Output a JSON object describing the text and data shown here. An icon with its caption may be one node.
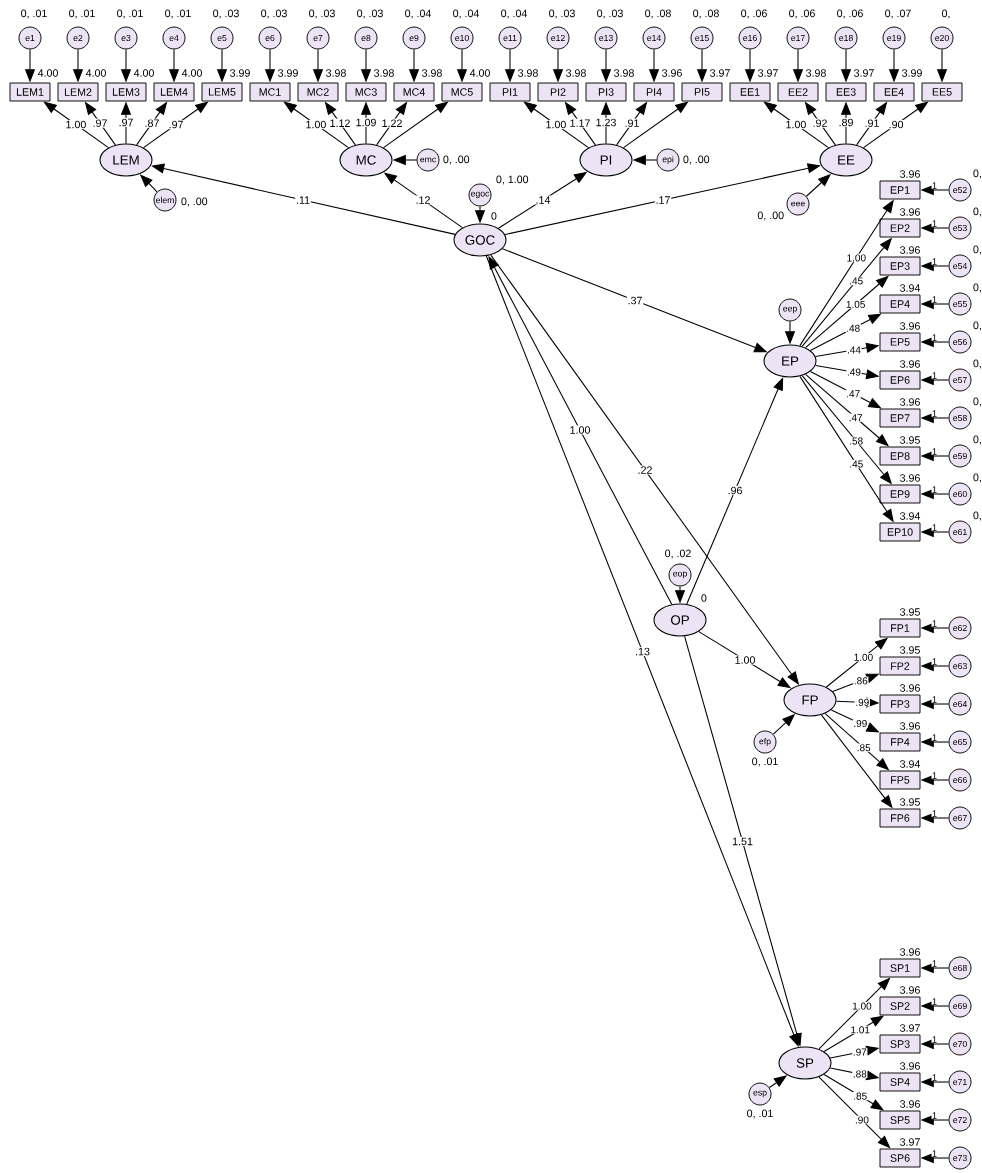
{
  "diagram": {
    "nodes": [
      {
        "text": [
          "LEM"
        ]
      },
      {
        "text": [
          "MC"
        ]
      },
      {
        "text": [
          "PI"
        ]
      },
      {
        "text": [
          "EE"
        ]
      },
      {
        "text": [
          "GOC"
        ],
        "beside": [
          "0"
        ]
      },
      {
        "text": [
          "EP"
        ]
      },
      {
        "text": [
          "OP"
        ],
        "beside": [
          "0"
        ]
      },
      {
        "text": [
          "FP"
        ]
      },
      {
        "text": [
          "SP"
        ]
      },
      {
        "text": [
          "elem"
        ],
        "beside": [
          "0, .00"
        ]
      },
      {
        "text": [
          "emc"
        ],
        "beside": [
          "0, .00"
        ]
      },
      {
        "text": [
          "epi"
        ],
        "beside": [
          "0, .00"
        ]
      },
      {
        "text": [
          "eee"
        ],
        "beside": [
          "0, .00"
        ]
      },
      {
        "text": [
          "egoc"
        ],
        "beside": [
          "0, 1.00"
        ]
      },
      {
        "text": [
          "eep"
        ]
      },
      {
        "text": [
          "eop"
        ],
        "beside": [
          "0, .02"
        ]
      },
      {
        "text": [
          "efp"
        ],
        "beside": [
          "0, .01"
        ]
      },
      {
        "text": [
          "esp"
        ],
        "beside": [
          "0, .01"
        ]
      },
      {
        "text": [
          "LEM1"
        ],
        "beside": [
          "4.00"
        ]
      },
      {
        "text": [
          "LEM2"
        ],
        "beside": [
          "4.00"
        ]
      },
      {
        "text": [
          "LEM3"
        ],
        "beside": [
          "4.00"
        ]
      },
      {
        "text": [
          "LEM4"
        ],
        "beside": [
          "4.00"
        ]
      },
      {
        "text": [
          "LEM5"
        ],
        "beside": [
          "3.99"
        ]
      },
      {
        "text": [
          "MC1"
        ],
        "beside": [
          "3.99"
        ]
      },
      {
        "text": [
          "MC2"
        ],
        "beside": [
          "3.98"
        ]
      },
      {
        "text": [
          "MC3"
        ],
        "beside": [
          "3.98"
        ]
      },
      {
        "text": [
          "MC4"
        ],
        "beside": [
          "3.98"
        ]
      },
      {
        "text": [
          "MC5"
        ],
        "beside": [
          "4.00"
        ]
      },
      {
        "text": [
          "PI1"
        ],
        "beside": [
          "3.98"
        ]
      },
      {
        "text": [
          "PI2"
        ],
        "beside": [
          "3.98"
        ]
      },
      {
        "text": [
          "PI3"
        ],
        "beside": [
          "3.98"
        ]
      },
      {
        "text": [
          "PI4"
        ],
        "beside": [
          "3.96"
        ]
      },
      {
        "text": [
          "PI5"
        ],
        "beside": [
          "3.97"
        ]
      },
      {
        "text": [
          "EE1"
        ],
        "beside": [
          "3.97"
        ]
      },
      {
        "text": [
          "EE2"
        ],
        "beside": [
          "3.98"
        ]
      },
      {
        "text": [
          "EE3"
        ],
        "beside": [
          "3.97"
        ]
      },
      {
        "text": [
          "EE4"
        ],
        "beside": [
          "3.99"
        ]
      },
      {
        "text": [
          "EE5"
        ]
      },
      {
        "text": [
          "e1"
        ],
        "beside": [
          "0, .01"
        ]
      },
      {
        "text": [
          "e2"
        ],
        "beside": [
          "0, .01"
        ]
      },
      {
        "text": [
          "e3"
        ],
        "beside": [
          "0, .01"
        ]
      },
      {
        "text": [
          "e4"
        ],
        "beside": [
          "0, .01"
        ]
      },
      {
        "text": [
          "e5"
        ],
        "beside": [
          "0, .03"
        ]
      },
      {
        "text": [
          "e6"
        ],
        "beside": [
          "0, .03"
        ]
      },
      {
        "text": [
          "e7"
        ],
        "beside": [
          "0, .03"
        ]
      },
      {
        "text": [
          "e8"
        ],
        "beside": [
          "0, .03"
        ]
      },
      {
        "text": [
          "e9"
        ],
        "beside": [
          "0, .04"
        ]
      },
      {
        "text": [
          "e10"
        ],
        "beside": [
          "0, .04"
        ]
      },
      {
        "text": [
          "e11"
        ],
        "beside": [
          "0, .04"
        ]
      },
      {
        "text": [
          "e12"
        ],
        "beside": [
          "0, .03"
        ]
      },
      {
        "text": [
          "e13"
        ],
        "beside": [
          "0, .03"
        ]
      },
      {
        "text": [
          "e14"
        ],
        "beside": [
          "0, .08"
        ]
      },
      {
        "text": [
          "e15"
        ],
        "beside": [
          "0, .08"
        ]
      },
      {
        "text": [
          "e16"
        ],
        "beside": [
          "0, .06"
        ]
      },
      {
        "text": [
          "e17"
        ],
        "beside": [
          "0, .06"
        ]
      },
      {
        "text": [
          "e18"
        ],
        "beside": [
          "0, .06"
        ]
      },
      {
        "text": [
          "e19"
        ],
        "beside": [
          "0, .07"
        ]
      },
      {
        "text": [
          "e20"
        ],
        "beside": [
          "0,"
        ]
      },
      {
        "text": [
          "EP1"
        ],
        "beside": [
          "3.96"
        ]
      },
      {
        "text": [
          "EP2"
        ],
        "beside": [
          "3.96"
        ]
      },
      {
        "text": [
          "EP3"
        ],
        "beside": [
          "3.96"
        ]
      },
      {
        "text": [
          "EP4"
        ],
        "beside": [
          "3.94"
        ]
      },
      {
        "text": [
          "EP5"
        ],
        "beside": [
          "3.96"
        ]
      },
      {
        "text": [
          "EP6"
        ],
        "beside": [
          "3.96"
        ]
      },
      {
        "text": [
          "EP7"
        ],
        "beside": [
          "3.96"
        ]
      },
      {
        "text": [
          "EP8"
        ],
        "beside": [
          "3.95"
        ]
      },
      {
        "text": [
          "EP9"
        ],
        "beside": [
          "3.96"
        ]
      },
      {
        "text": [
          "EP10"
        ],
        "beside": [
          "3.94"
        ]
      },
      {
        "text": [
          "e52"
        ],
        "beside": [
          "0,"
        ]
      },
      {
        "text": [
          "e53"
        ],
        "beside": [
          "0,"
        ]
      },
      {
        "text": [
          "e54"
        ],
        "beside": [
          "0,"
        ]
      },
      {
        "text": [
          "e55"
        ],
        "beside": [
          "0,"
        ]
      },
      {
        "text": [
          "e56"
        ],
        "beside": [
          "0,"
        ]
      },
      {
        "text": [
          "e57"
        ],
        "beside": [
          "0,"
        ]
      },
      {
        "text": [
          "e58"
        ],
        "beside": [
          "0,"
        ]
      },
      {
        "text": [
          "e59"
        ],
        "beside": [
          "0,"
        ]
      },
      {
        "text": [
          "e60"
        ],
        "beside": [
          "0,"
        ]
      },
      {
        "text": [
          "e61"
        ],
        "beside": [
          "0,"
        ]
      },
      {
        "text": [
          "FP1"
        ],
        "beside": [
          "3.95"
        ]
      },
      {
        "text": [
          "FP2"
        ],
        "beside": [
          "3.95"
        ]
      },
      {
        "text": [
          "FP3"
        ],
        "beside": [
          "3.96"
        ]
      },
      {
        "text": [
          "FP4"
        ],
        "beside": [
          "3.96"
        ]
      },
      {
        "text": [
          "FP5"
        ],
        "beside": [
          "3.94"
        ]
      },
      {
        "text": [
          "FP6"
        ],
        "beside": [
          "3.95"
        ]
      },
      {
        "text": [
          "e62"
        ]
      },
      {
        "text": [
          "e63"
        ]
      },
      {
        "text": [
          "e64"
        ]
      },
      {
        "text": [
          "e65"
        ]
      },
      {
        "text": [
          "e66"
        ]
      },
      {
        "text": [
          "e67"
        ]
      },
      {
        "text": [
          "SP1"
        ],
        "beside": [
          "3.96"
        ]
      },
      {
        "text": [
          "SP2"
        ],
        "beside": [
          "3.96"
        ]
      },
      {
        "text": [
          "SP3"
        ],
        "beside": [
          "3.97"
        ]
      },
      {
        "text": [
          "SP4"
        ],
        "beside": [
          "3.96"
        ]
      },
      {
        "text": [
          "SP5"
        ],
        "beside": [
          "3.96"
        ]
      },
      {
        "text": [
          "SP6"
        ],
        "beside": [
          "3.97"
        ]
      },
      {
        "text": [
          "e68"
        ]
      },
      {
        "text": [
          "e69"
        ]
      },
      {
        "text": [
          "e70"
        ]
      },
      {
        "text": [
          "e71"
        ]
      },
      {
        "text": [
          "e72"
        ]
      },
      {
        "text": [
          "e73"
        ]
      }
    ],
    "edges": [
      {
        "from": 9,
        "to": 0,
        "arrow": "to"
      },
      {
        "from": 10,
        "to": 1,
        "arrow": "to"
      },
      {
        "from": 11,
        "to": 2,
        "arrow": "to"
      },
      {
        "from": 12,
        "to": 3,
        "arrow": "to"
      },
      {
        "from": 13,
        "to": 4,
        "arrow": "to"
      },
      {
        "from": 14,
        "to": 5,
        "arrow": "to"
      },
      {
        "from": 15,
        "to": 6,
        "arrow": "to"
      },
      {
        "from": 16,
        "to": 7,
        "arrow": "to"
      },
      {
        "from": 17,
        "to": 8,
        "arrow": "to"
      },
      {
        "from": 4,
        "to": 0,
        "arrow": "to",
        "label": ".11"
      },
      {
        "from": 4,
        "to": 1,
        "arrow": "to",
        "label": ".12"
      },
      {
        "from": 4,
        "to": 2,
        "arrow": "to",
        "label": ".14"
      },
      {
        "from": 4,
        "to": 3,
        "arrow": "to",
        "label": ".17"
      },
      {
        "from": 4,
        "to": 5,
        "arrow": "to",
        "label": ".37"
      },
      {
        "from": 4,
        "to": 7,
        "arrow": "to",
        "label": ".22"
      },
      {
        "from": 4,
        "to": 8,
        "arrow": "to",
        "label": ".13"
      },
      {
        "from": 6,
        "to": 4,
        "arrow": "to",
        "label": "1.00"
      },
      {
        "from": 6,
        "to": 5,
        "arrow": "to",
        "label": ".96"
      },
      {
        "from": 6,
        "to": 7,
        "arrow": "to",
        "label": "1.00"
      },
      {
        "from": 6,
        "to": 8,
        "arrow": "to",
        "label": "1.51"
      },
      {
        "from": 0,
        "to": 18,
        "arrow": "to",
        "label": "1.00"
      },
      {
        "from": 0,
        "to": 19,
        "arrow": "to",
        "label": ".97"
      },
      {
        "from": 0,
        "to": 20,
        "arrow": "to",
        "label": ".97"
      },
      {
        "from": 0,
        "to": 21,
        "arrow": "to",
        "label": ".87"
      },
      {
        "from": 0,
        "to": 22,
        "arrow": "to",
        "label": ".97"
      },
      {
        "from": 1,
        "to": 23,
        "arrow": "to",
        "label": "1.00"
      },
      {
        "from": 1,
        "to": 24,
        "arrow": "to",
        "label": "1.12"
      },
      {
        "from": 1,
        "to": 25,
        "arrow": "to",
        "label": "1.09"
      },
      {
        "from": 1,
        "to": 26,
        "arrow": "to",
        "label": "1.22"
      },
      {
        "from": 1,
        "to": 27,
        "arrow": "to"
      },
      {
        "from": 2,
        "to": 28,
        "arrow": "to",
        "label": "1.00"
      },
      {
        "from": 2,
        "to": 29,
        "arrow": "to",
        "label": "1.17"
      },
      {
        "from": 2,
        "to": 30,
        "arrow": "to",
        "label": "1.23"
      },
      {
        "from": 2,
        "to": 31,
        "arrow": "to",
        "label": ".91"
      },
      {
        "from": 2,
        "to": 32,
        "arrow": "to"
      },
      {
        "from": 3,
        "to": 33,
        "arrow": "to",
        "label": "1.00"
      },
      {
        "from": 3,
        "to": 34,
        "arrow": "to",
        "label": ".92"
      },
      {
        "from": 3,
        "to": 35,
        "arrow": "to",
        "label": ".89"
      },
      {
        "from": 3,
        "to": 36,
        "arrow": "to",
        "label": ".91"
      },
      {
        "from": 3,
        "to": 37,
        "arrow": "to",
        "label": ".90"
      },
      {
        "from": 38,
        "to": 18,
        "arrow": "to"
      },
      {
        "from": 39,
        "to": 19,
        "arrow": "to"
      },
      {
        "from": 40,
        "to": 20,
        "arrow": "to"
      },
      {
        "from": 41,
        "to": 21,
        "arrow": "to"
      },
      {
        "from": 42,
        "to": 22,
        "arrow": "to"
      },
      {
        "from": 43,
        "to": 23,
        "arrow": "to"
      },
      {
        "from": 44,
        "to": 24,
        "arrow": "to"
      },
      {
        "from": 45,
        "to": 25,
        "arrow": "to"
      },
      {
        "from": 46,
        "to": 26,
        "arrow": "to"
      },
      {
        "from": 47,
        "to": 27,
        "arrow": "to"
      },
      {
        "from": 48,
        "to": 28,
        "arrow": "to"
      },
      {
        "from": 49,
        "to": 29,
        "arrow": "to"
      },
      {
        "from": 50,
        "to": 30,
        "arrow": "to"
      },
      {
        "from": 51,
        "to": 31,
        "arrow": "to"
      },
      {
        "from": 52,
        "to": 32,
        "arrow": "to"
      },
      {
        "from": 53,
        "to": 33,
        "arrow": "to"
      },
      {
        "from": 54,
        "to": 34,
        "arrow": "to"
      },
      {
        "from": 55,
        "to": 35,
        "arrow": "to"
      },
      {
        "from": 56,
        "to": 36,
        "arrow": "to"
      },
      {
        "from": 57,
        "to": 37,
        "arrow": "to"
      },
      {
        "from": 5,
        "to": 58,
        "arrow": "to",
        "label": "1.00"
      },
      {
        "from": 5,
        "to": 59,
        "arrow": "to",
        "label": ".45"
      },
      {
        "from": 5,
        "to": 60,
        "arrow": "to",
        "label": "1.05"
      },
      {
        "from": 5,
        "to": 61,
        "arrow": "to",
        "label": ".48"
      },
      {
        "from": 5,
        "to": 62,
        "arrow": "to",
        "label": ".44"
      },
      {
        "from": 5,
        "to": 63,
        "arrow": "to",
        "label": ".49"
      },
      {
        "from": 5,
        "to": 64,
        "arrow": "to",
        "label": ".47"
      },
      {
        "from": 5,
        "to": 65,
        "arrow": "to",
        "label": ".47"
      },
      {
        "from": 5,
        "to": 66,
        "arrow": "to",
        "label": ".58"
      },
      {
        "from": 5,
        "to": 67,
        "arrow": "to",
        "label": ".45"
      },
      {
        "from": 68,
        "to": 58,
        "arrow": "to",
        "label": "1"
      },
      {
        "from": 69,
        "to": 59,
        "arrow": "to",
        "label": "1"
      },
      {
        "from": 70,
        "to": 60,
        "arrow": "to",
        "label": "1"
      },
      {
        "from": 71,
        "to": 61,
        "arrow": "to",
        "label": "1"
      },
      {
        "from": 72,
        "to": 62,
        "arrow": "to",
        "label": "1"
      },
      {
        "from": 73,
        "to": 63,
        "arrow": "to",
        "label": "1"
      },
      {
        "from": 74,
        "to": 64,
        "arrow": "to",
        "label": "1"
      },
      {
        "from": 75,
        "to": 65,
        "arrow": "to",
        "label": "1"
      },
      {
        "from": 76,
        "to": 66,
        "arrow": "to",
        "label": "1"
      },
      {
        "from": 77,
        "to": 67,
        "arrow": "to",
        "label": "1"
      },
      {
        "from": 7,
        "to": 78,
        "arrow": "to",
        "label": "1.00"
      },
      {
        "from": 7,
        "to": 79,
        "arrow": "to",
        "label": ".86"
      },
      {
        "from": 7,
        "to": 80,
        "arrow": "to",
        "label": ".99"
      },
      {
        "from": 7,
        "to": 81,
        "arrow": "to",
        "label": ".99"
      },
      {
        "from": 7,
        "to": 82,
        "arrow": "to",
        "label": ".85"
      },
      {
        "from": 7,
        "to": 83,
        "arrow": "to"
      },
      {
        "from": 84,
        "to": 78,
        "arrow": "to",
        "label": "1"
      },
      {
        "from": 85,
        "to": 79,
        "arrow": "to",
        "label": "1"
      },
      {
        "from": 86,
        "to": 80,
        "arrow": "to",
        "label": "1"
      },
      {
        "from": 87,
        "to": 81,
        "arrow": "to",
        "label": "1"
      },
      {
        "from": 88,
        "to": 82,
        "arrow": "to",
        "label": "1"
      },
      {
        "from": 89,
        "to": 83,
        "arrow": "to",
        "label": "1"
      },
      {
        "from": 8,
        "to": 90,
        "arrow": "to",
        "label": "1.00"
      },
      {
        "from": 8,
        "to": 91,
        "arrow": "to",
        "label": "1.01"
      },
      {
        "from": 8,
        "to": 92,
        "arrow": "to",
        "label": ".97"
      },
      {
        "from": 8,
        "to": 93,
        "arrow": "to",
        "label": ".88"
      },
      {
        "from": 8,
        "to": 94,
        "arrow": "to",
        "label": ".85"
      },
      {
        "from": 8,
        "to": 95,
        "arrow": "to",
        "label": ".90"
      },
      {
        "from": 96,
        "to": 90,
        "arrow": "to",
        "label": "1"
      },
      {
        "from": 97,
        "to": 91,
        "arrow": "to",
        "label": "1"
      },
      {
        "from": 98,
        "to": 92,
        "arrow": "to",
        "label": "1"
      },
      {
        "from": 99,
        "to": 93,
        "arrow": "to",
        "label": "1"
      },
      {
        "from": 100,
        "to": 94,
        "arrow": "to",
        "label": "1"
      },
      {
        "from": 101,
        "to": 95,
        "arrow": "to",
        "label": "1"
      }
    ]
  }
}
